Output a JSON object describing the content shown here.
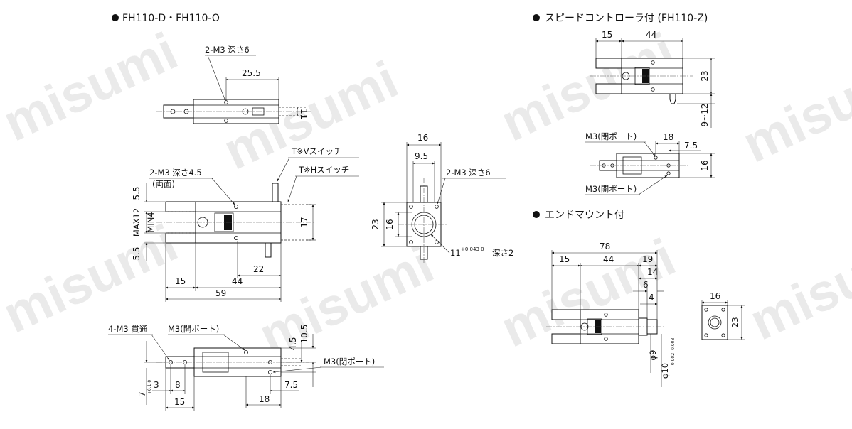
{
  "watermark": "misumi",
  "sections": {
    "main": {
      "title": "FH110-D・FH110-O",
      "labels": {
        "tap_top": "2-M3 深さ6",
        "tap_side": "2-M3 深さ4.5",
        "both_sides": "(両面)",
        "switch_v": "T※Vスイッチ",
        "switch_h": "T※Hスイッチ",
        "max12": "MAX12",
        "min4": "MIN4"
      },
      "dims": {
        "d25_5": "25.5",
        "d11": "11",
        "d5_5a": "5.5",
        "d5_5b": "5.5",
        "d17": "17",
        "d22": "22",
        "d15": "15",
        "d44": "44",
        "d59": "59"
      }
    },
    "end_view": {
      "labels": {
        "tap": "2-M3 深さ6",
        "bore": "11",
        "bore_tol": "+0.043 0",
        "bore_depth": "深さ2"
      },
      "dims": {
        "d16w": "16",
        "d9_5": "9.5",
        "d23": "23",
        "d16h": "16"
      }
    },
    "bottom": {
      "labels": {
        "through": "4-M3 貫通",
        "port1": "M3(開ポート)",
        "port2": "M3(閉ポート)",
        "d7_tol": "+0.1 0"
      },
      "dims": {
        "d10_5": "10.5",
        "d4_5": "4.5",
        "d7": "7",
        "d3": "3",
        "d8": "8",
        "d15": "15",
        "d18": "18",
        "d7_5": "7.5"
      }
    },
    "speed": {
      "title": "スピードコントローラ付 (FH110-Z)",
      "labels": {
        "port_closed": "M3(閉ポート)",
        "port_open": "M3(開ポート)"
      },
      "dims": {
        "d15": "15",
        "d44": "44",
        "d23": "23",
        "d9_12": "9~12",
        "d18": "18",
        "d7_5": "7.5",
        "d16": "16"
      }
    },
    "endmount": {
      "title": "エンドマウント付",
      "labels": {
        "phi9": "φ9",
        "phi10": "φ10",
        "phi10_tol": "-0.002 -0.008"
      },
      "dims": {
        "d78": "78",
        "d15": "15",
        "d44": "44",
        "d19": "19",
        "d14": "14",
        "d6": "6",
        "d4": "4",
        "d16": "16",
        "d23": "23"
      }
    }
  }
}
